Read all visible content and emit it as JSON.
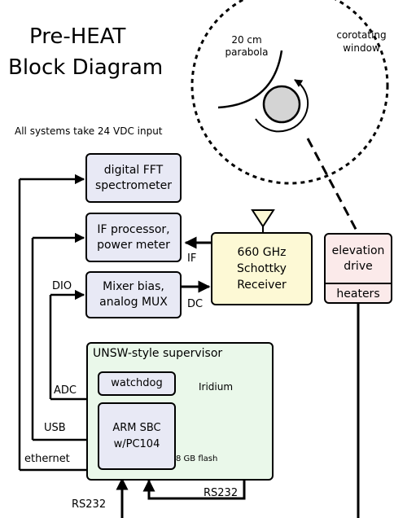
{
  "title": {
    "line1": "Pre-HEAT",
    "line2": "Block Diagram"
  },
  "note": "All systems take 24 VDC input",
  "blocks": {
    "fft": "digital FFT\nspectrometer",
    "if_processor": "IF processor,\npower meter",
    "mixer_bias": "Mixer bias,\nanalog MUX",
    "receiver": "660 GHz\nSchottky\nReceiver",
    "elevation": "elevation\ndrive",
    "heaters": "heaters",
    "supervisor": "UNSW-style supervisor",
    "watchdog": "watchdog",
    "arm_sbc": "ARM SBC\nw/PC104"
  },
  "labels": {
    "if": "IF",
    "dc": "DC",
    "dio": "DIO",
    "adc": "ADC",
    "usb": "USB",
    "ethernet": "ethernet",
    "rs232_left": "RS232",
    "rs232_right": "RS232",
    "iridium": "Iridium",
    "flash": "8 GB flash",
    "parabola": "20 cm\nparabola",
    "window": "corotating\nwindow"
  },
  "colors": {
    "blue_fill": "#e8e9f5",
    "yellow_fill": "#fdf9d5",
    "pink_fill": "#fbeaea",
    "green_fill": "#eaf8ea",
    "gray_fill": "#d4d4d4",
    "line": "#000000"
  }
}
